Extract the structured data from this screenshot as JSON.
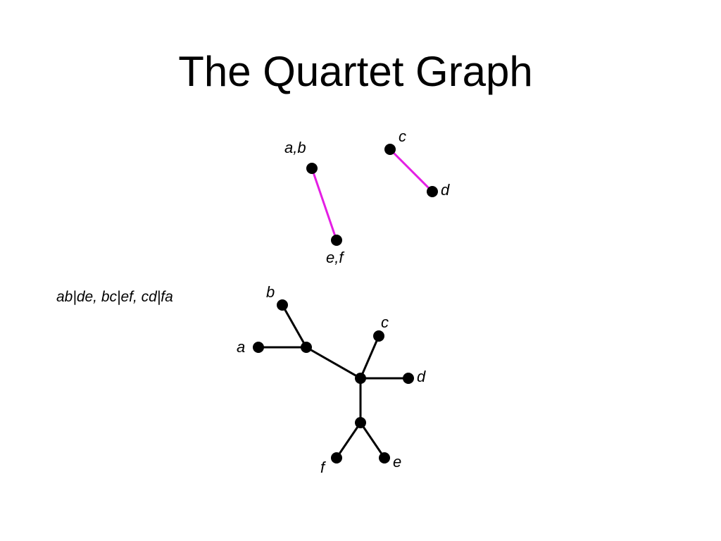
{
  "title": "The Quartet Graph",
  "quartets_text": "ab|de, bc|ef, cd|fa",
  "colors": {
    "quartet_edge": "#e41ee4",
    "tree_edge": "#000000",
    "node": "#000000"
  },
  "quartet_graph": {
    "nodes": [
      {
        "id": "ab",
        "label": "a,b"
      },
      {
        "id": "ef",
        "label": "e,f"
      },
      {
        "id": "c",
        "label": "c"
      },
      {
        "id": "d",
        "label": "d"
      }
    ],
    "edges": [
      {
        "from": "ab",
        "to": "ef"
      },
      {
        "from": "c",
        "to": "d"
      }
    ]
  },
  "tree": {
    "leaves": [
      {
        "id": "a",
        "label": "a"
      },
      {
        "id": "b",
        "label": "b"
      },
      {
        "id": "c",
        "label": "c"
      },
      {
        "id": "d",
        "label": "d"
      },
      {
        "id": "e",
        "label": "e"
      },
      {
        "id": "f",
        "label": "f"
      }
    ],
    "edges": [
      {
        "from": "a",
        "to": "u1"
      },
      {
        "from": "b",
        "to": "u1"
      },
      {
        "from": "u1",
        "to": "u2"
      },
      {
        "from": "c",
        "to": "u2"
      },
      {
        "from": "d",
        "to": "u2"
      },
      {
        "from": "u2",
        "to": "u3"
      },
      {
        "from": "u3",
        "to": "f"
      },
      {
        "from": "u3",
        "to": "e"
      }
    ]
  }
}
